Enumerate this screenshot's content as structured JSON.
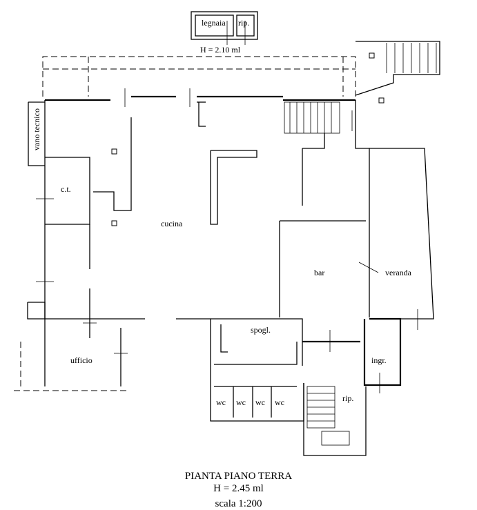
{
  "annex": {
    "room1": "legnaia",
    "room2": "rip.",
    "height": "H = 2.10 ml"
  },
  "rooms": {
    "vano_tecnico": "vano tecnico",
    "ct": "c.t.",
    "cucina": "cucina",
    "bar": "bar",
    "veranda": "veranda",
    "ufficio": "ufficio",
    "spogl": "spogl.",
    "ingr": "ingr.",
    "wc": [
      "wc",
      "wc",
      "wc",
      "wc"
    ],
    "rip": "rip."
  },
  "caption": {
    "title": "PIANTA PIANO TERRA",
    "height": "H = 2.45 ml",
    "scale": "scala 1:200"
  }
}
